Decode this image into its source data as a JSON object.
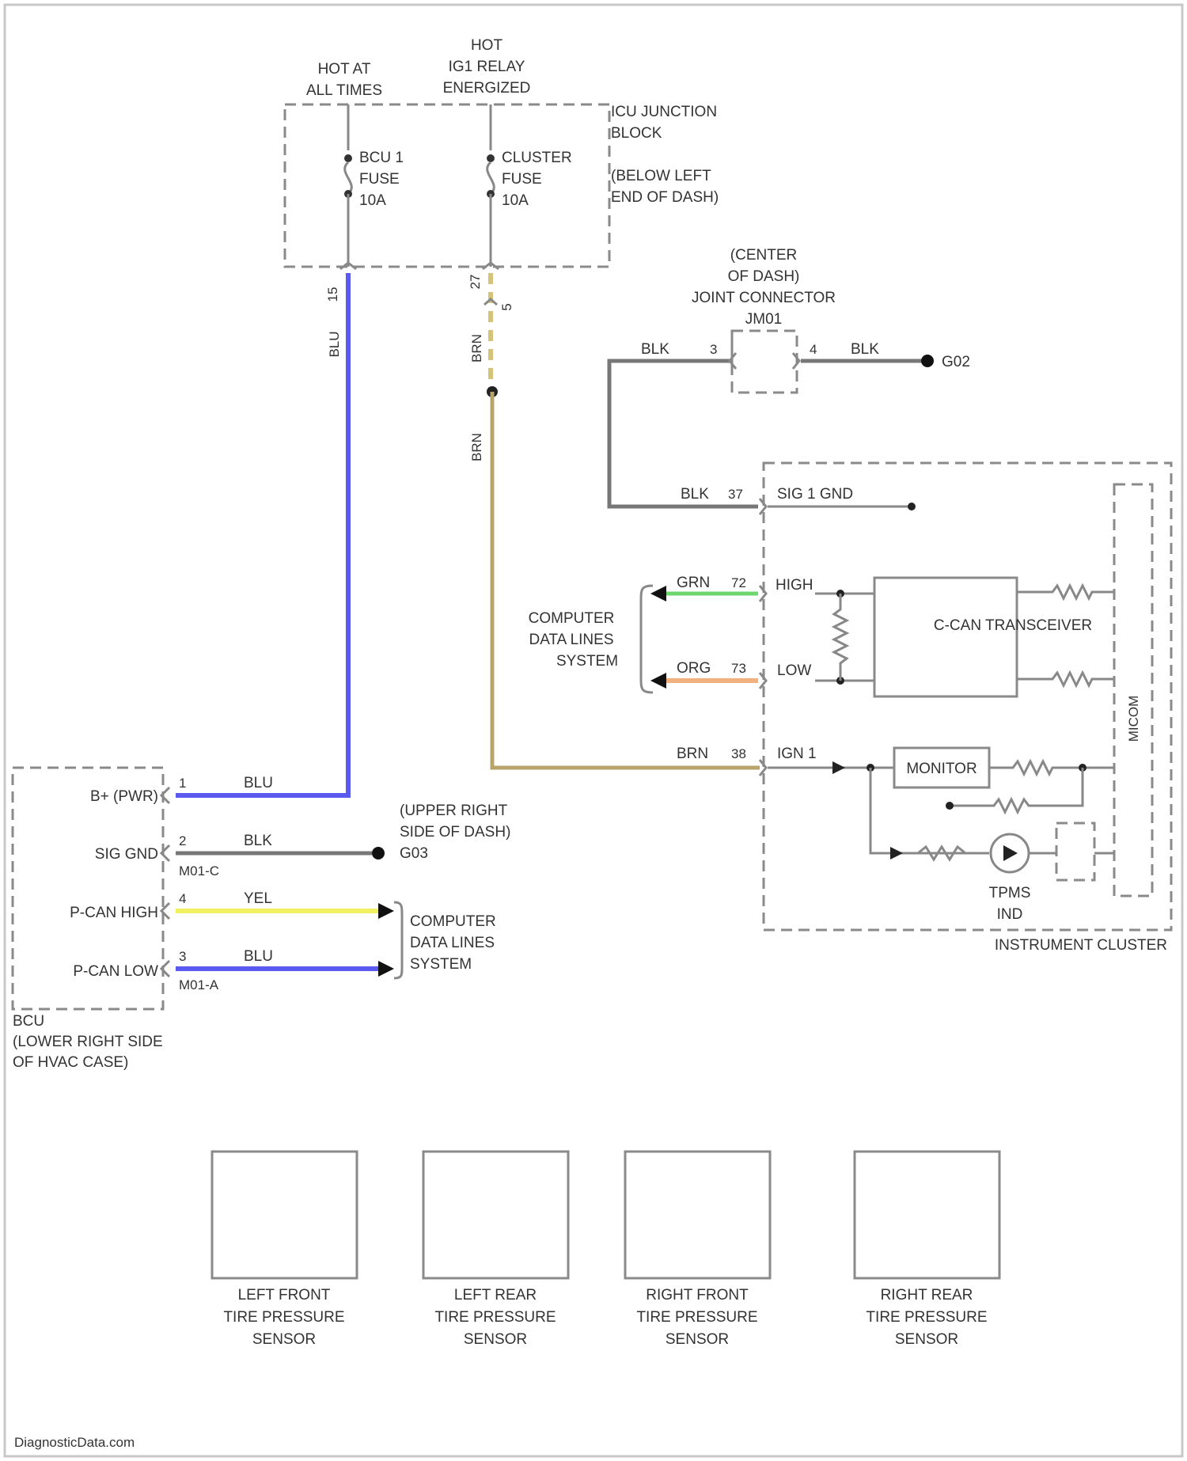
{
  "labels": {
    "hot_at": [
      "HOT AT",
      "ALL TIMES"
    ],
    "hot_relay": [
      "HOT",
      "IG1 RELAY",
      "ENERGIZED"
    ],
    "junction_block": [
      "ICU JUNCTION",
      "BLOCK"
    ],
    "junction_loc": [
      "(BELOW LEFT",
      "END OF DASH)"
    ],
    "fuse_bcu": [
      "BCU 1",
      "FUSE",
      "10A"
    ],
    "fuse_cluster": [
      "CLUSTER",
      "FUSE",
      "10A"
    ],
    "pin_15": "15",
    "pin_27": "27",
    "pin_5": "5",
    "wire_blu_v": "BLU",
    "wire_brn_v1": "BRN",
    "wire_brn_v2": "BRN",
    "joint_conn": [
      "(CENTER",
      "OF DASH)",
      "JOINT CONNECTOR",
      "JM01"
    ],
    "blk_left": "BLK",
    "pin_3": "3",
    "pin_4": "4",
    "blk_right": "BLK",
    "gnd_g02": "G02",
    "blk_37": "BLK",
    "pin_37": "37",
    "sig_gnd": "SIG 1 GND",
    "grn_wire": "GRN",
    "pin_72": "72",
    "high": "HIGH",
    "org_wire": "ORG",
    "pin_73": "73",
    "low": "LOW",
    "computer_data_1": [
      "COMPUTER",
      "DATA LINES",
      "SYSTEM"
    ],
    "can_transceiver": "C-CAN TRANSCEIVER",
    "micom": "MICOM",
    "brn_38": "BRN",
    "pin_38": "38",
    "ign1": "IGN 1",
    "monitor": "MONITOR",
    "tpms": [
      "TPMS",
      "IND"
    ],
    "instrument_cluster": "INSTRUMENT CLUSTER",
    "bpwr": "B+ (PWR)",
    "sig_gnd_left": "SIG GND",
    "pcan_high": "P-CAN HIGH",
    "pcan_low": "P-CAN LOW",
    "pin_l1": "1",
    "pin_l2": "2",
    "pin_l4": "4",
    "pin_l3": "3",
    "blu_1": "BLU",
    "blk_2": "BLK",
    "yel_4": "YEL",
    "blu_3": "BLU",
    "m01c": "M01-C",
    "m01a": "M01-A",
    "upper_right": [
      "(UPPER RIGHT",
      "SIDE OF DASH)",
      "G03"
    ],
    "computer_data_2": [
      "COMPUTER",
      "DATA LINES",
      "SYSTEM"
    ],
    "bcu": [
      "BCU",
      "(LOWER RIGHT SIDE",
      "OF HVAC CASE)"
    ],
    "watermark": "DiagnosticData.com"
  },
  "sensors": [
    [
      "LEFT FRONT",
      "TIRE PRESSURE",
      "SENSOR"
    ],
    [
      "LEFT REAR",
      "TIRE PRESSURE",
      "SENSOR"
    ],
    [
      "RIGHT FRONT",
      "TIRE PRESSURE",
      "SENSOR"
    ],
    [
      "RIGHT REAR",
      "TIRE PRESSURE",
      "SENSOR"
    ]
  ],
  "colors": {
    "blu": "#5a5af0",
    "brn": "#b8a46a",
    "brn_dash": "#d8c27a",
    "blk": "#777777",
    "grn": "#6cd66c",
    "org": "#f0b080",
    "yel": "#f0f060",
    "blu_can": "#5a5af0"
  }
}
